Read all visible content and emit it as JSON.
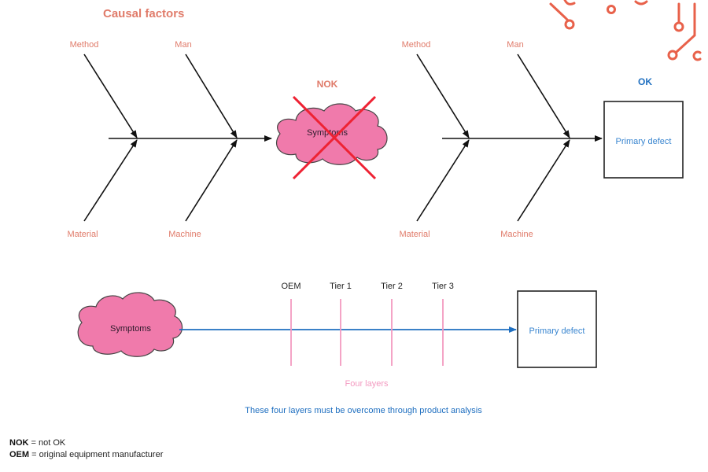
{
  "title": "Causal factors",
  "colors": {
    "salmon": "#e07b6a",
    "pink_fill": "#f07aab",
    "cross_red": "#ee2233",
    "blue": "#1f6fc0",
    "layer_pink": "#f39ac0",
    "deco_orange": "#e8614a"
  },
  "fishbone_left": {
    "status": "NOK",
    "head_label": "Symptoms",
    "crossed_out": true,
    "causes_top": [
      "Method",
      "Man"
    ],
    "causes_bottom": [
      "Material",
      "Machine"
    ]
  },
  "fishbone_right": {
    "status": "OK",
    "head_label": "Primary defect",
    "crossed_out": false,
    "causes_top": [
      "Method",
      "Man"
    ],
    "causes_bottom": [
      "Material",
      "Machine"
    ]
  },
  "layers_diagram": {
    "start_label": "Symptoms",
    "end_label": "Primary defect",
    "layers": [
      "OEM",
      "Tier 1",
      "Tier 2",
      "Tier 3"
    ],
    "layers_caption": "Four layers",
    "footer_caption": "These four layers must be overcome through product analysis"
  },
  "legend": [
    {
      "abbr": "NOK",
      "sep": " = ",
      "meaning": "not OK"
    },
    {
      "abbr": "OEM",
      "sep": " = ",
      "meaning": "original equipment manufacturer"
    }
  ]
}
